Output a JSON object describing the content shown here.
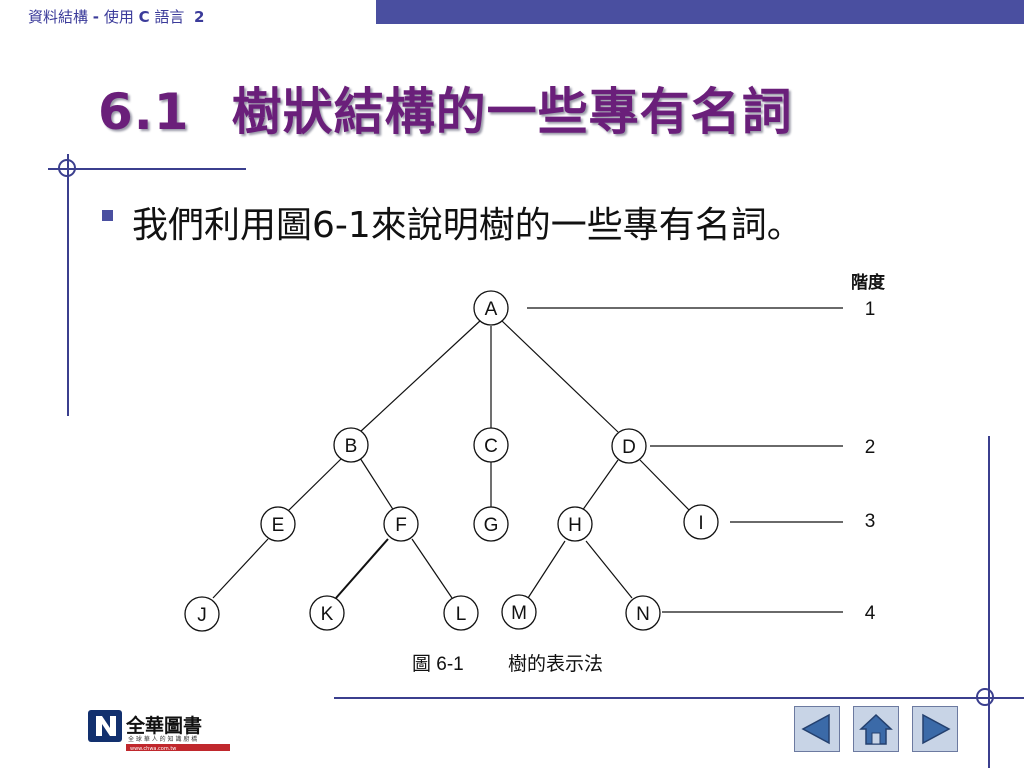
{
  "header": {
    "course_prefix": "資料結構",
    "separator": "-",
    "course_suffix": "使用",
    "language_letter": "C",
    "language_word": "語言",
    "page_number": "2"
  },
  "title": {
    "number": "6.1",
    "text": "樹狀結構的一些專有名詞"
  },
  "bullet": {
    "text": "我們利用圖6-1來說明樹的一些專有名詞。"
  },
  "figure": {
    "level_header": "階度",
    "levels": [
      "1",
      "2",
      "3",
      "4"
    ],
    "nodes": [
      "A",
      "B",
      "C",
      "D",
      "E",
      "F",
      "G",
      "H",
      "I",
      "J",
      "K",
      "L",
      "M",
      "N"
    ],
    "caption_label": "圖 6-1",
    "caption_text": "樹的表示法"
  },
  "logo": {
    "name": "全華圖書",
    "tagline": "全 球 華 人 的 知 識 廚 橋",
    "url": "www.chwa.com.tw"
  },
  "nav": {
    "prev_icon": "triangle-left-icon",
    "home_icon": "home-icon",
    "next_icon": "triangle-right-icon"
  },
  "colors": {
    "accent": "#4a4fa0",
    "title": "#6a1f7a",
    "nav_fill": "#c8d4e6"
  }
}
